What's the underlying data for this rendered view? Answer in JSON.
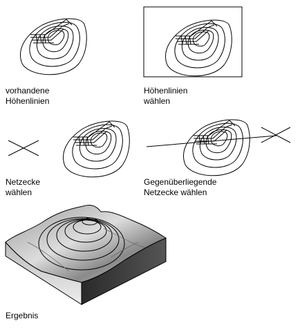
{
  "steps": [
    {
      "id": "existing-contours",
      "lines": [
        "vorhandene",
        "Höhenlinien"
      ]
    },
    {
      "id": "select-contours",
      "lines": [
        "Höhenlinien",
        "wählen"
      ]
    },
    {
      "id": "pick-corner",
      "lines": [
        "Netzecke",
        "wählen"
      ]
    },
    {
      "id": "pick-opposite-corner",
      "lines": [
        "Gegenüberliegende",
        "Netzecke wählen"
      ]
    },
    {
      "id": "result",
      "lines": [
        "Ergebnis"
      ]
    }
  ],
  "colors": {
    "line": "#000000",
    "background": "#ffffff"
  }
}
